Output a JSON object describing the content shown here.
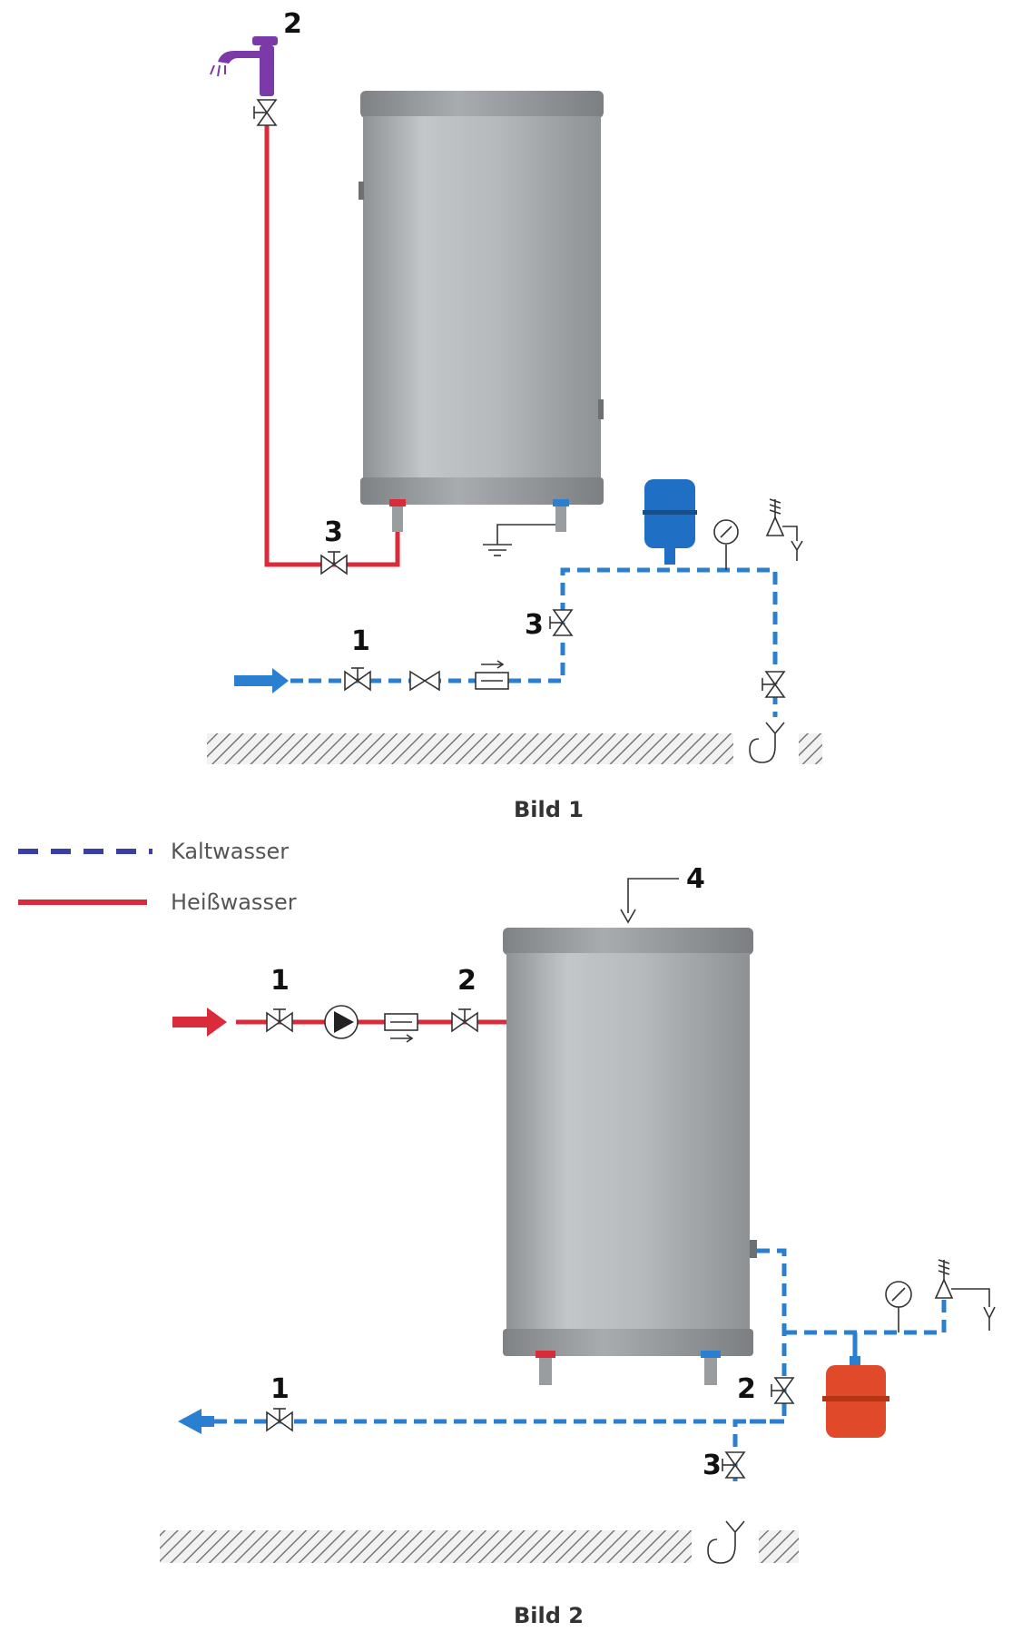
{
  "figure1": {
    "caption": "Bild 1",
    "labels": {
      "faucet": "2",
      "hot_valve": "3",
      "cold_valve": "3",
      "inlet_valve": "1"
    }
  },
  "figure2": {
    "caption": "Bild 2",
    "labels": {
      "top_port": "4",
      "inlet_valve": "1",
      "tank_valve": "2",
      "outlet_valve": "1",
      "drain_branch_valve": "2",
      "drain_valve": "3"
    }
  },
  "legend": {
    "cold": {
      "label": "Kaltwasser",
      "color": "#3a3fa8"
    },
    "hot": {
      "label": "Heißwasser",
      "color": "#d92b3a"
    }
  },
  "colors": {
    "hot_pipe": "#d92b3a",
    "cold_pipe": "#2a7fd0",
    "faucet": "#7b3aa8",
    "expansion_tank_1": "#1f6fc4",
    "expansion_tank_2": "#e0492a",
    "tank_body": "#b3b6b9"
  }
}
